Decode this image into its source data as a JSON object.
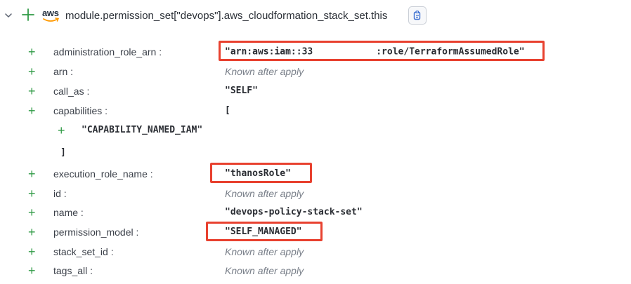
{
  "resource": {
    "title": "module.permission_set[\"devops\"].aws_cloudformation_stack_set.this",
    "logo_text": "aws",
    "action_symbol": "+"
  },
  "attributes": [
    {
      "key": "administration_role_arn :",
      "value_prefix": "\"arn:aws:iam::33",
      "value_suffix": ":role/TerraformAssumedRole\"",
      "highlighted": true
    },
    {
      "key": "arn :",
      "value": "Known after apply",
      "computed": true
    },
    {
      "key": "call_as :",
      "value": "\"SELF\""
    },
    {
      "key": "capabilities :",
      "value": "["
    },
    {
      "item": "\"CAPABILITY_NAMED_IAM\""
    },
    {
      "close": "]"
    },
    {
      "key": "execution_role_name :",
      "value": "\"thanosRole\"",
      "highlighted": true
    },
    {
      "key": "id :",
      "value": "Known after apply",
      "computed": true
    },
    {
      "key": "name :",
      "value": "\"devops-policy-stack-set\""
    },
    {
      "key": "permission_model :",
      "value": "\"SELF_MANAGED\"",
      "highlighted": true
    },
    {
      "key": "stack_set_id :",
      "value": "Known after apply",
      "computed": true
    },
    {
      "key": "tags_all :",
      "value": "Known after apply",
      "computed": true
    }
  ],
  "colors": {
    "plus": "#2f9a45",
    "highlight_border": "#e8412f"
  }
}
